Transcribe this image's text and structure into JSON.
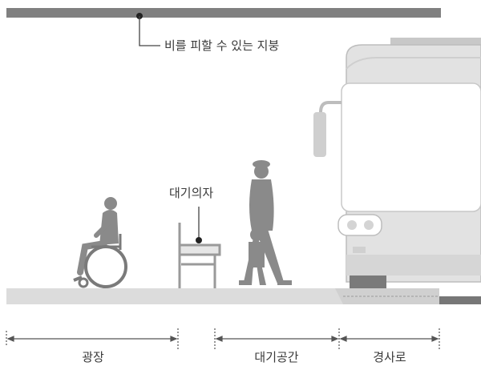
{
  "labels": {
    "roof": "비를 피할 수 있는 지붕",
    "bench": "대기의자"
  },
  "segments": [
    {
      "label": "광장"
    },
    {
      "label": "대기공간"
    },
    {
      "label": "경사로"
    }
  ],
  "colors": {
    "roof": "#808080",
    "ground": "#dcdcdc",
    "bus": "#e2e2e2",
    "bus_outline": "#bdbdbd",
    "person": "#8a8a8a",
    "wheelchair": "#7a7a7a",
    "arrow": "#555555"
  }
}
